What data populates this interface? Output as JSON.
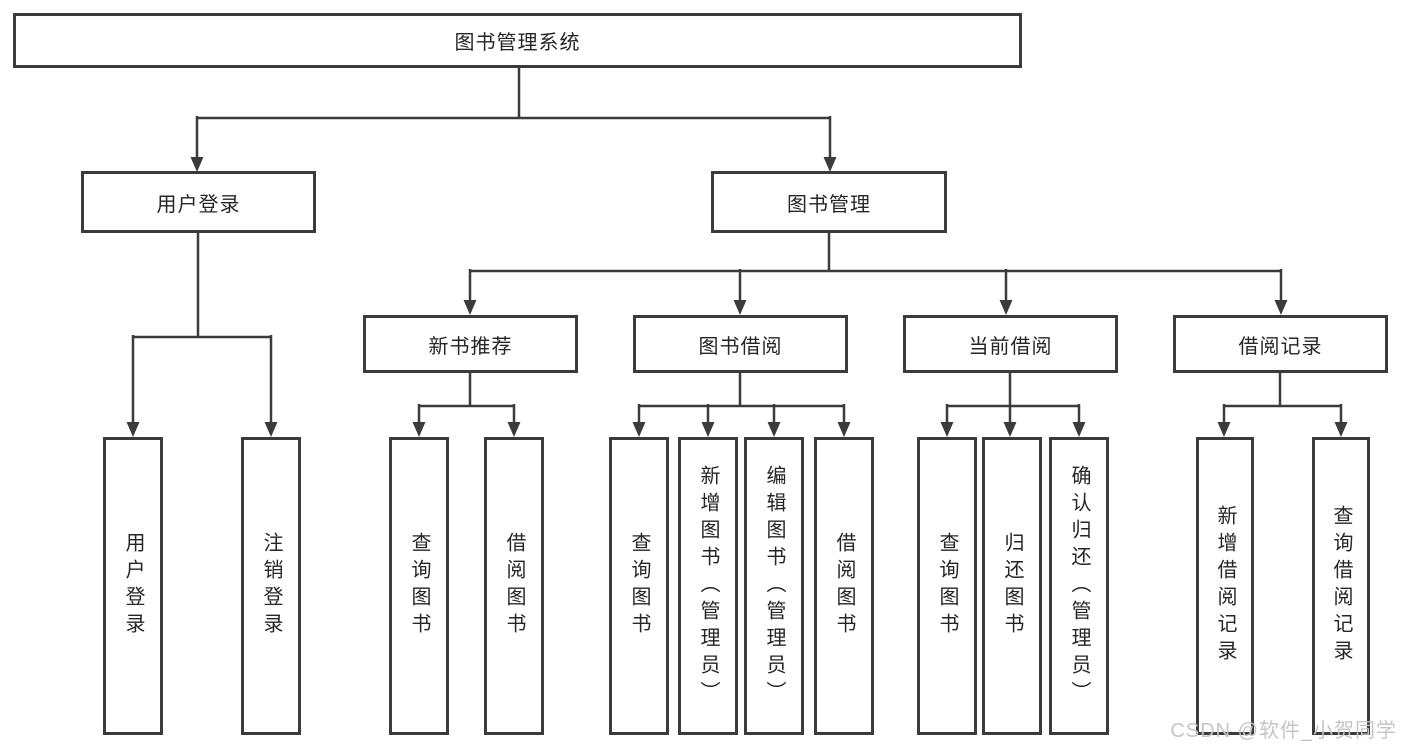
{
  "tree": {
    "root": "图书管理系统",
    "branches": [
      {
        "label": "用户登录",
        "children": [
          "用户登录",
          "注销登录"
        ]
      },
      {
        "label": "图书管理",
        "groups": [
          {
            "label": "新书推荐",
            "children": [
              "查询图书",
              "借阅图书"
            ]
          },
          {
            "label": "图书借阅",
            "children": [
              "查询图书",
              "新增图书（管理员）",
              "编辑图书（管理员）",
              "借阅图书"
            ]
          },
          {
            "label": "当前借阅",
            "children": [
              "查询图书",
              "归还图书",
              "确认归还（管理员）"
            ]
          },
          {
            "label": "借阅记录",
            "children": [
              "新增借阅记录",
              "查询借阅记录"
            ]
          }
        ]
      }
    ]
  },
  "watermark": "CSDN @软件_小贺同学",
  "colors": {
    "line": "#3b3b3b",
    "text": "#262626",
    "watermark": "#c5c5c5",
    "background": "#ffffff"
  }
}
